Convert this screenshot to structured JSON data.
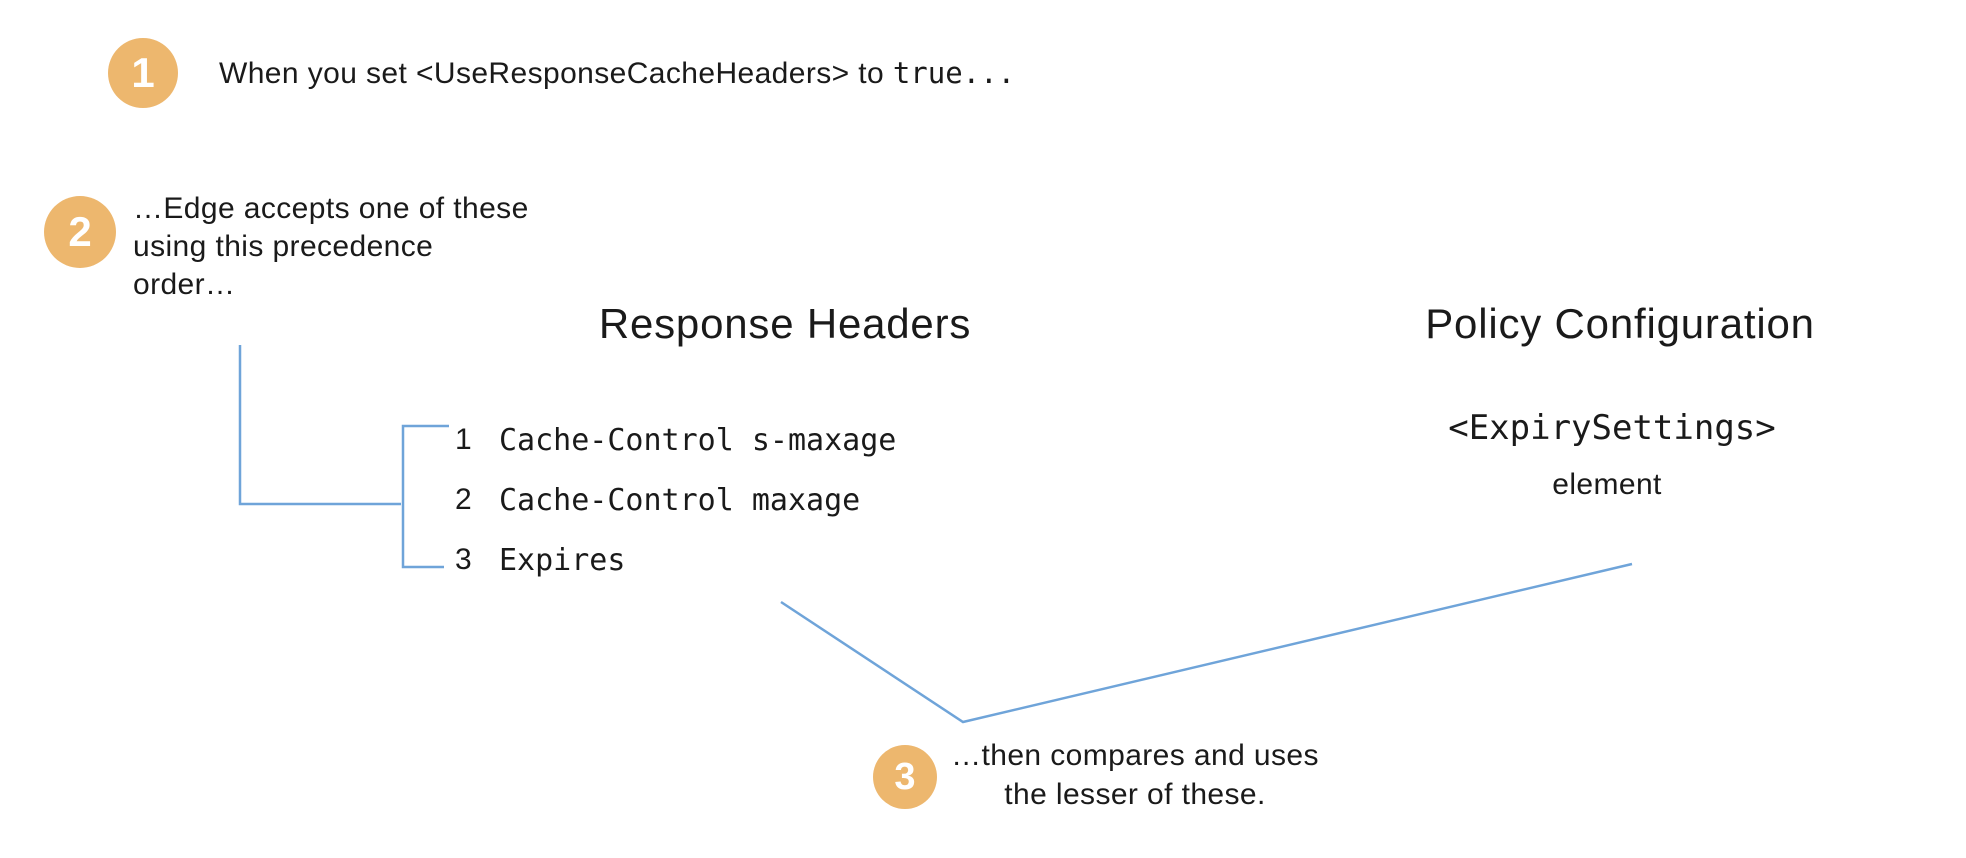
{
  "colors": {
    "badge_orange": "#edb76e",
    "connector_blue": "#6fa4d9",
    "text": "#1a1a1a"
  },
  "steps": [
    {
      "number": "1",
      "text_prefix": "When you set <UseResponseCacheHeaders> to ",
      "text_code": "true..."
    },
    {
      "number": "2",
      "lines": [
        "…Edge accepts one of these",
        "using this precedence",
        "order…"
      ]
    },
    {
      "number": "3",
      "lines": [
        "…then compares and uses",
        "the lesser of these."
      ]
    }
  ],
  "columns": {
    "response_headers": {
      "title": "Response Headers",
      "items": [
        {
          "rank": "1",
          "code": "Cache-Control s-maxage"
        },
        {
          "rank": "2",
          "code": "Cache-Control maxage"
        },
        {
          "rank": "3",
          "code": "Expires"
        }
      ]
    },
    "policy_configuration": {
      "title": "Policy Configuration",
      "code": "<ExpirySettings>",
      "label": "element"
    }
  }
}
